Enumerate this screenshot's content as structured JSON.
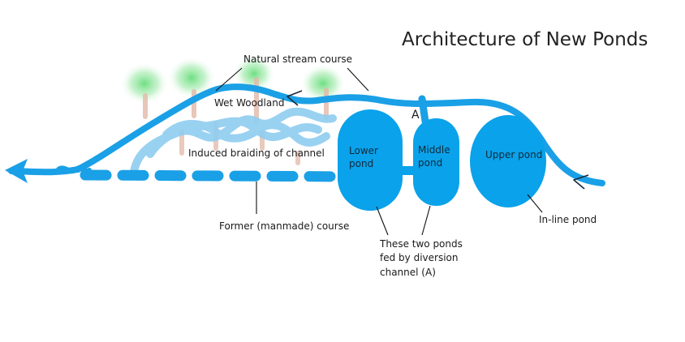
{
  "title": "Architecture of New Ponds",
  "labels": {
    "natural_stream": "Natural stream course",
    "wet_woodland": "Wet Woodland",
    "braiding": "Induced braiding of channel",
    "former_course": "Former (manmade) course",
    "diversion_marker": "A",
    "fed_by_diversion": "These two ponds\nfed by diversion\nchannel (A)",
    "inline_pond": "In-line pond"
  },
  "ponds": {
    "lower": "Lower\npond",
    "middle": "Middle\npond",
    "upper": "Upper pond"
  },
  "colors": {
    "water": "#1aa0e6",
    "pond": "#0aa2ea",
    "braid": "#8fcdf0",
    "tree": "#7fe08f",
    "trunk": "#e2b8a8",
    "leader": "#111111"
  }
}
